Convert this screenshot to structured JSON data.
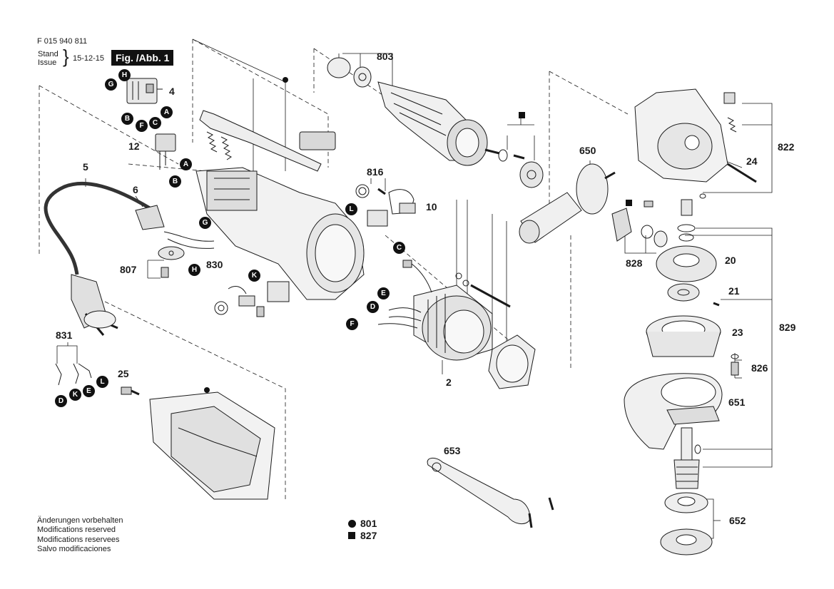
{
  "header": {
    "doc_number": "F 015 940 811",
    "stand_label": "Stand",
    "issue_label": "Issue",
    "date": "15-12-15",
    "fig_label": "Fig. /Abb. 1"
  },
  "part_labels": {
    "p4": "4",
    "p12": "12",
    "p5": "5",
    "p6": "6",
    "p807": "807",
    "p830": "830",
    "p831": "831",
    "p25": "25",
    "p803": "803",
    "p816": "816",
    "p10": "10",
    "p2": "2",
    "p650": "650",
    "p24": "24",
    "p822": "822",
    "p828": "828",
    "p20": "20",
    "p21": "21",
    "p23": "23",
    "p829": "829",
    "p826": "826",
    "p651": "651",
    "p653": "653",
    "p652": "652"
  },
  "connectors": {
    "a1": "A",
    "a2": "A",
    "b1": "B",
    "b2": "B",
    "c1": "C",
    "c2": "C",
    "d1": "D",
    "d2": "D",
    "e1": "E",
    "e2": "E",
    "f1": "F",
    "f2": "F",
    "g1": "G",
    "g2": "G",
    "h1": "H",
    "h2": "H",
    "k1": "K",
    "k2": "K",
    "l1": "L",
    "l2": "L"
  },
  "notes": [
    "Änderungen vorbehalten",
    "Modifications reserved",
    "Modifications reservees",
    "Salvo modificaciones"
  ],
  "legend": {
    "dot_code": "801",
    "square_code": "827"
  }
}
